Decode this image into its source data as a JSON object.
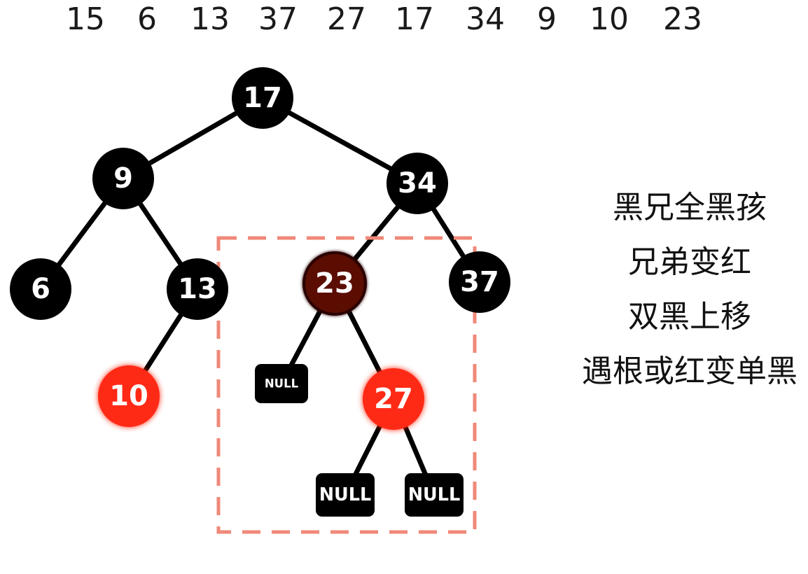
{
  "sequence": [
    "15",
    "6",
    "13",
    "37",
    "27",
    "17",
    "34",
    "9",
    "10",
    "23"
  ],
  "tree": {
    "nodes": [
      {
        "id": "n17",
        "label": "17",
        "color": "black"
      },
      {
        "id": "n9",
        "label": "9",
        "color": "black"
      },
      {
        "id": "n34",
        "label": "34",
        "color": "black"
      },
      {
        "id": "n6",
        "label": "6",
        "color": "black"
      },
      {
        "id": "n13",
        "label": "13",
        "color": "black"
      },
      {
        "id": "n23",
        "label": "23",
        "color": "double-black"
      },
      {
        "id": "n37",
        "label": "37",
        "color": "black"
      },
      {
        "id": "n10",
        "label": "10",
        "color": "red"
      },
      {
        "id": "n27",
        "label": "27",
        "color": "red"
      },
      {
        "id": "nul1",
        "label": "NULL",
        "color": "null"
      },
      {
        "id": "nul2",
        "label": "NULL",
        "color": "null"
      },
      {
        "id": "nul3",
        "label": "NULL",
        "color": "null"
      }
    ],
    "edges": [
      [
        "n17",
        "n9"
      ],
      [
        "n17",
        "n34"
      ],
      [
        "n9",
        "n6"
      ],
      [
        "n9",
        "n13"
      ],
      [
        "n13",
        "n10"
      ],
      [
        "n34",
        "n23"
      ],
      [
        "n34",
        "n37"
      ],
      [
        "n23",
        "nul1"
      ],
      [
        "n23",
        "n27"
      ],
      [
        "n27",
        "nul2"
      ],
      [
        "n27",
        "nul3"
      ]
    ]
  },
  "colors": {
    "black_node": "#000000",
    "red_node": "#ff2a12",
    "double_black_node": "#5a0c04",
    "highlight_box": "#f08878",
    "node_text": "#ffffff"
  },
  "rules": [
    "黑兄全黑孩",
    "兄弟变红",
    "双黑上移",
    "遇根或红变单黑"
  ]
}
